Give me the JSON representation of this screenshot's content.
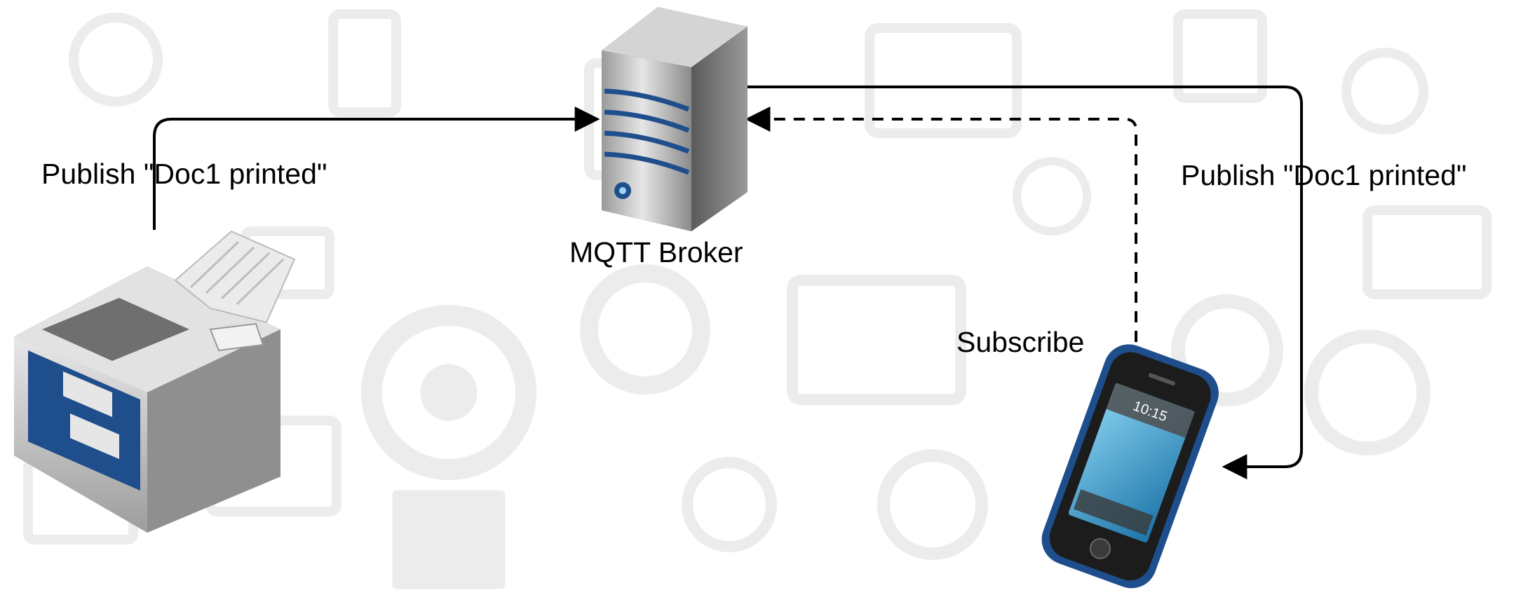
{
  "diagram": {
    "nodes": {
      "broker": {
        "label": "MQTT Broker",
        "icon": "server-icon"
      },
      "printer": {
        "icon": "printer-icon"
      },
      "phone": {
        "icon": "smartphone-icon",
        "clock": "10:15"
      }
    },
    "edges": {
      "printer_to_broker": {
        "label": "Publish \"Doc1 printed\"",
        "style": "solid"
      },
      "broker_to_phone": {
        "label": "Publish \"Doc1 printed\"",
        "style": "solid"
      },
      "phone_to_broker": {
        "label": "Subscribe",
        "style": "dashed"
      }
    }
  },
  "colors": {
    "background_pattern": "#eeeeee",
    "line": "#000000",
    "accent_blue": "#1f4e8c",
    "screen_blue": "#3aa6d8"
  }
}
